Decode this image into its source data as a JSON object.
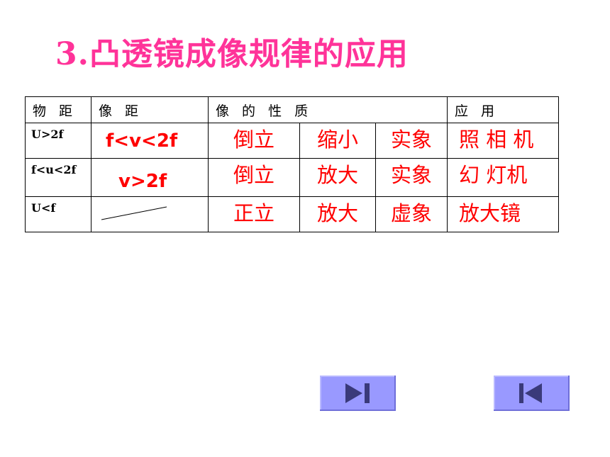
{
  "slide": {
    "title": "3.凸透镜成像规律的应用"
  },
  "table": {
    "headers": {
      "object_distance": "物 距",
      "image_distance": "像 距",
      "image_nature": "像 的  性  质",
      "application": "应 用"
    },
    "rows": [
      {
        "condition": "U>2f",
        "image_distance": "f<v<2f",
        "orientation": "倒立",
        "size": "缩小",
        "type": "实象",
        "application": "照 相 机"
      },
      {
        "condition": "f<u<2f",
        "image_distance": "v>2f",
        "orientation": "倒立",
        "size": "放大",
        "type": "实象",
        "application": "幻 灯机"
      },
      {
        "condition": "U<f",
        "image_distance": "",
        "orientation": "正立",
        "size": "放大",
        "type": "虚象",
        "application": "放大镜"
      }
    ]
  },
  "nav": {
    "next_icon": "skip-forward-icon",
    "prev_icon": "skip-back-icon",
    "button_color": "#9999ff"
  }
}
